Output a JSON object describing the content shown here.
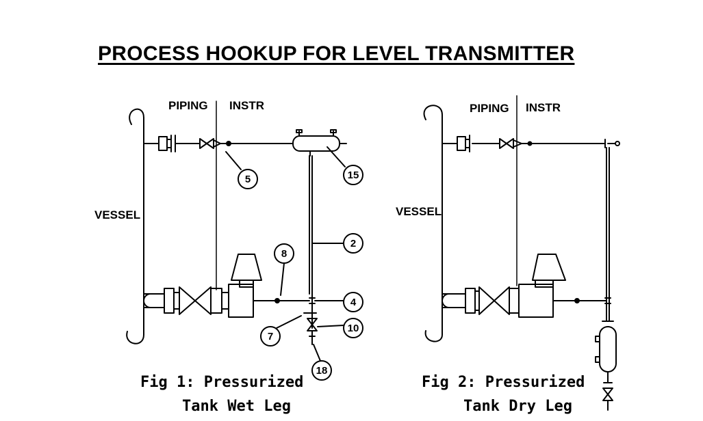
{
  "title": "PROCESS HOOKUP FOR LEVEL TRANSMITTER",
  "fig1": {
    "piping": "PIPING",
    "instr": "INSTR",
    "vessel": "VESSEL",
    "caption_line1": "Fig 1: Pressurized",
    "caption_line2": "Tank Wet Leg",
    "callouts": [
      "5",
      "15",
      "2",
      "8",
      "4",
      "7",
      "10",
      "18"
    ]
  },
  "fig2": {
    "piping": "PIPING",
    "instr": "INSTR",
    "vessel": "VESSEL",
    "caption_line1": "Fig 2: Pressurized",
    "caption_line2": "Tank Dry Leg"
  }
}
